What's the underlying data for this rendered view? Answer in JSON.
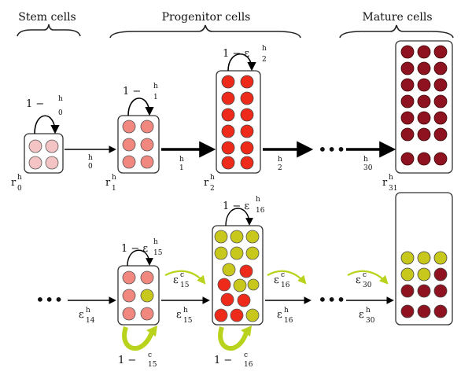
{
  "headers": {
    "stem": "Stem cells",
    "progenitor": "Progenitor cells",
    "mature": "Mature cells"
  },
  "top_row": {
    "loops": [
      {
        "main": "1 − ",
        "sup": "h",
        "sub": "0"
      },
      {
        "main": "1 − ",
        "sup": "h",
        "sub": "1"
      },
      {
        "main": "1 − ε",
        "sup": "h",
        "sub": "2"
      }
    ],
    "arrows": [
      {
        "sup": "h",
        "sub": "0"
      },
      {
        "sup": "h",
        "sub": "1"
      },
      {
        "sup": "h",
        "sub": "2"
      },
      {
        "sup": "h",
        "sub": "30"
      }
    ],
    "compartments": [
      {
        "main": "r",
        "sup": "h",
        "sub": "0"
      },
      {
        "main": "r",
        "sup": "h",
        "sub": "1"
      },
      {
        "main": "r",
        "sup": "h",
        "sub": "2"
      },
      {
        "main": "r",
        "sup": "h",
        "sub": "31"
      }
    ],
    "ellipsis": "•••"
  },
  "bottom_row": {
    "loops": [
      {
        "main": "1 − ε",
        "sup": "h",
        "sub": "15"
      },
      {
        "main": "1 − ε",
        "sup": "h",
        "sub": "16"
      }
    ],
    "cancer_loops": [
      {
        "main": "1 − ",
        "sup": "c",
        "sub": "15"
      },
      {
        "main": "1 − ",
        "sup": "c",
        "sub": "16"
      }
    ],
    "arrows": [
      {
        "main": "ε",
        "sup": "h",
        "sub": "14"
      },
      {
        "main": "ε",
        "sup": "h",
        "sub": "15"
      },
      {
        "main": "ε",
        "sup": "h",
        "sub": "16"
      },
      {
        "main": "ε",
        "sup": "h",
        "sub": "30"
      }
    ],
    "cancer_arrows": [
      {
        "main": "ε",
        "sup": "c",
        "sub": "15"
      },
      {
        "main": "ε",
        "sup": "c",
        "sub": "16"
      },
      {
        "main": "ε",
        "sup": "c",
        "sub": "30"
      }
    ],
    "ellipsis": "•••"
  },
  "colors": {
    "stem_cell": "#f4c4c4",
    "progenitor_light": "#f08880",
    "progenitor": "#ee2a1a",
    "mature": "#8e1220",
    "cancer": "#c8c81c",
    "cancer_arrow": "#b9d31c"
  }
}
